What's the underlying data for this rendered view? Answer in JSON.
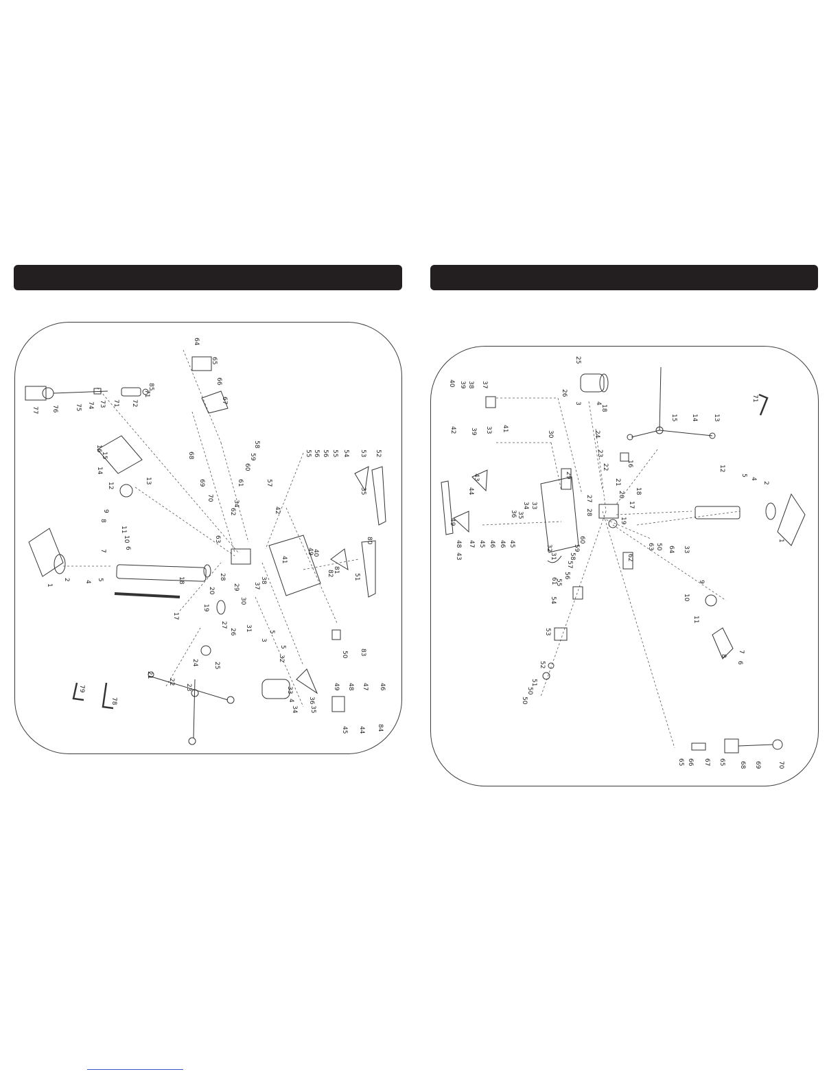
{
  "layout": {
    "left_panel": {
      "header_text": ""
    },
    "right_panel": {
      "header_text": ""
    }
  },
  "callouts": {
    "left": [
      "64",
      "65",
      "66",
      "67",
      "85",
      "71",
      "72",
      "71",
      "73",
      "74",
      "75",
      "76",
      "77",
      "16",
      "15",
      "14",
      "13",
      "12",
      "9",
      "8",
      "11",
      "10",
      "7",
      "6",
      "58",
      "59",
      "60",
      "61",
      "57",
      "68",
      "69",
      "70",
      "62",
      "34",
      "63",
      "42",
      "40",
      "49",
      "41",
      "38",
      "37",
      "28",
      "29",
      "30",
      "31",
      "5",
      "3",
      "5",
      "32",
      "4",
      "34",
      "33",
      "36",
      "35",
      "55",
      "56",
      "56",
      "55",
      "54",
      "53",
      "52",
      "35",
      "80",
      "51",
      "81",
      "82",
      "50",
      "83",
      "49",
      "48",
      "47",
      "46",
      "45",
      "44",
      "84",
      "1",
      "2",
      "4",
      "5",
      "18",
      "17",
      "20",
      "19",
      "27",
      "26",
      "24",
      "25",
      "21",
      "22",
      "23",
      "79",
      "78"
    ],
    "right": [
      "25",
      "26",
      "3",
      "4",
      "18",
      "40",
      "39",
      "38",
      "37",
      "42",
      "39",
      "33",
      "41",
      "30",
      "29",
      "24",
      "23",
      "16",
      "22",
      "21",
      "20",
      "17",
      "18",
      "12",
      "5",
      "4",
      "2",
      "1",
      "15",
      "14",
      "13",
      "44",
      "43",
      "49",
      "48",
      "43",
      "47",
      "45",
      "46",
      "46",
      "45",
      "36",
      "35",
      "34",
      "33",
      "28",
      "27",
      "32",
      "31",
      "61",
      "60",
      "59",
      "58",
      "57",
      "56",
      "55",
      "54",
      "53",
      "52",
      "51",
      "50",
      "50",
      "63",
      "50",
      "64",
      "33",
      "62",
      "19",
      "9",
      "10",
      "11",
      "8",
      "7",
      "6",
      "65",
      "66",
      "67",
      "65",
      "68",
      "69",
      "70",
      "71"
    ]
  }
}
